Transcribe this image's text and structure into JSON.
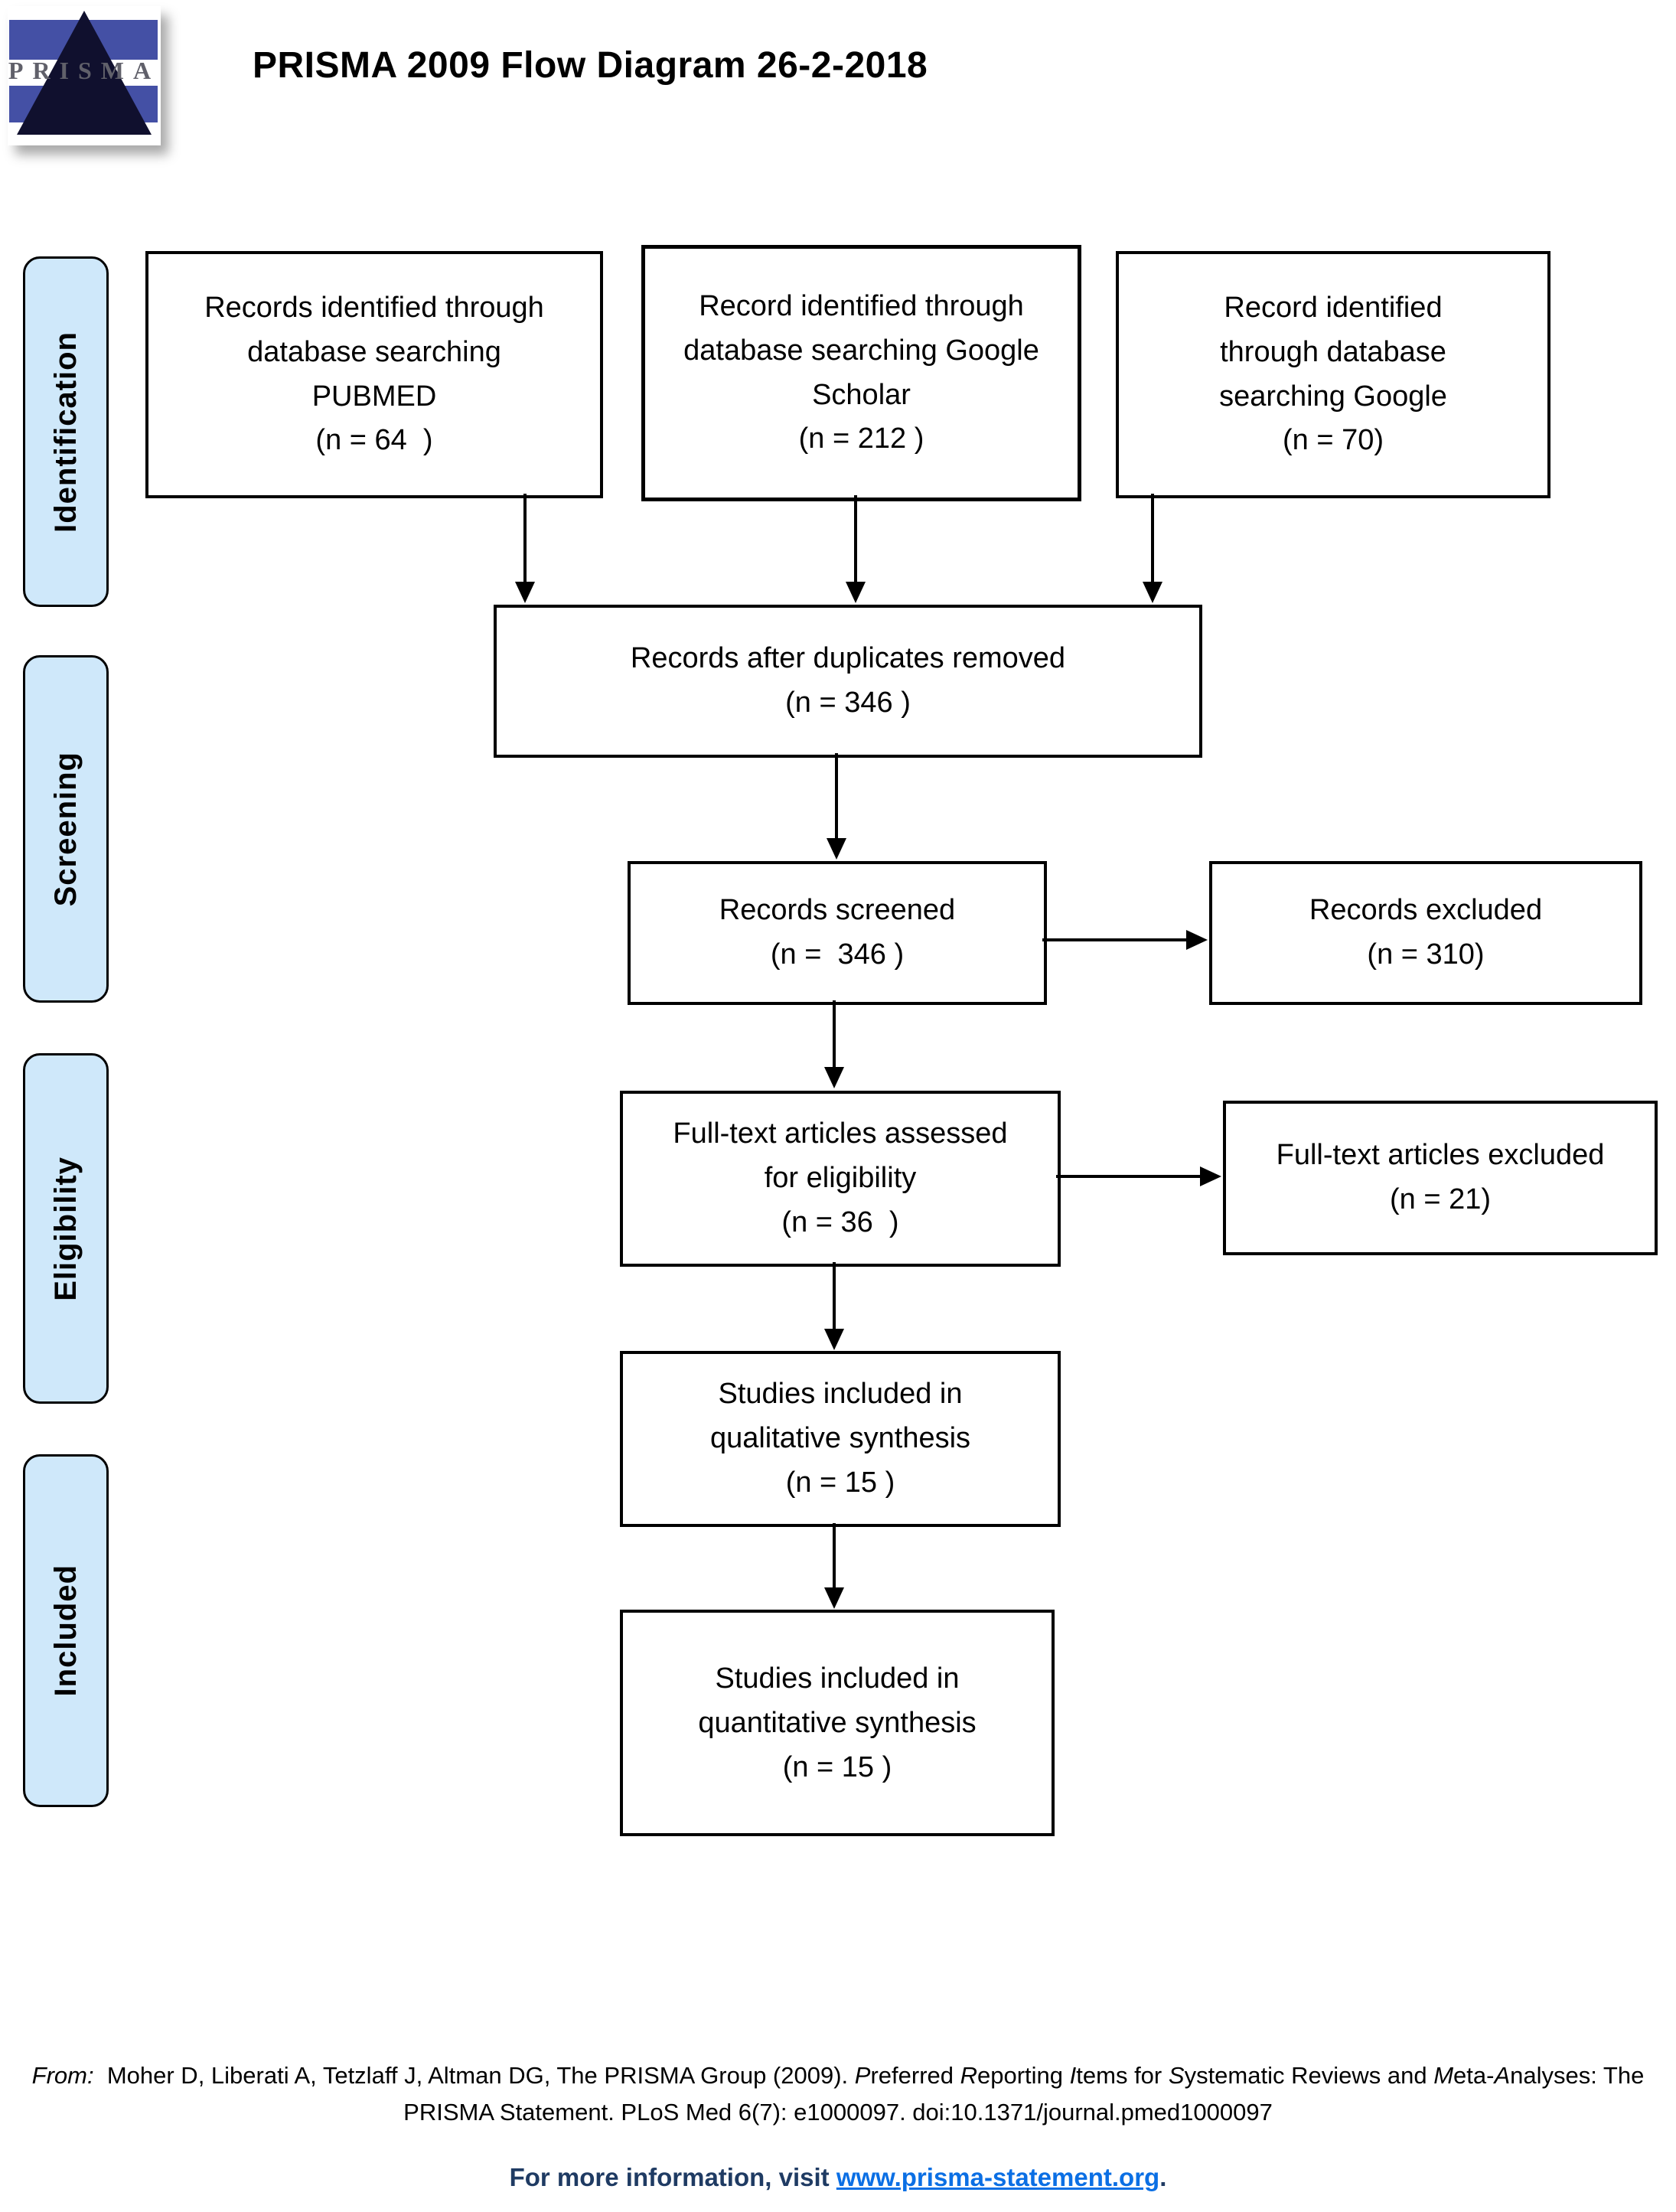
{
  "header": {
    "title": "PRISMA 2009 Flow Diagram 26-2-2018",
    "logo_word": "PRISMA"
  },
  "colors": {
    "sidebar_fill": "#cfe8fa",
    "logo_blue": "#4450a5",
    "logo_triangle": "#10102e",
    "footer_text": "#1f3b63",
    "footer_link": "#0b6fe4"
  },
  "sidebar": {
    "identification": "Identification",
    "screening": "Screening",
    "eligibility": "Eligibility",
    "included": "Included"
  },
  "flow": {
    "identified_pubmed": {
      "lines": [
        "Records identified through",
        "database searching",
        "PUBMED",
        "(n = 64  )"
      ]
    },
    "identified_scholar": {
      "lines": [
        "Record identified through",
        "database searching Google",
        "Scholar",
        "(n = 212 )"
      ]
    },
    "identified_google": {
      "lines": [
        "Record identified",
        "through database",
        "searching Google",
        "(n = 70)"
      ]
    },
    "after_duplicates": {
      "lines": [
        "Records after duplicates removed",
        "(n = 346 )"
      ]
    },
    "screened": {
      "lines": [
        "Records screened",
        "(n =  346 )"
      ]
    },
    "records_excluded": {
      "lines": [
        "Records excluded",
        "(n = 310)"
      ]
    },
    "fulltext_assessed": {
      "lines": [
        "Full-text articles assessed",
        "for eligibility",
        "(n = 36  )"
      ]
    },
    "fulltext_excluded": {
      "lines": [
        "Full-text articles excluded",
        "(n = 21)"
      ]
    },
    "qualitative": {
      "lines": [
        "Studies included in",
        "qualitative synthesis",
        "(n = 15 )"
      ]
    },
    "quantitative": {
      "lines": [
        "Studies included in",
        "quantitative synthesis",
        "(n = 15 )"
      ]
    }
  },
  "citation": {
    "segments": [
      {
        "text": "From:",
        "italic": true
      },
      {
        "text": "  Moher D, Liberati A, Tetzlaff J, Altman DG, The PRISMA Group (2009). ",
        "italic": false
      },
      {
        "text": "P",
        "italic": true
      },
      {
        "text": "referred ",
        "italic": false
      },
      {
        "text": "R",
        "italic": true
      },
      {
        "text": "eporting ",
        "italic": false
      },
      {
        "text": "I",
        "italic": true
      },
      {
        "text": "tems for ",
        "italic": false
      },
      {
        "text": "S",
        "italic": true
      },
      {
        "text": "ystematic Reviews and ",
        "italic": false
      },
      {
        "text": "M",
        "italic": true
      },
      {
        "text": "eta-",
        "italic": false
      },
      {
        "text": "A",
        "italic": true
      },
      {
        "text": "nalyses: The PRISMA Statement. PLoS Med 6(7): e1000097. doi:10.1371/journal.pmed1000097",
        "italic": false
      }
    ]
  },
  "footer": {
    "prefix": "For more information, visit ",
    "link": "www.prisma-statement.org",
    "suffix": "."
  }
}
